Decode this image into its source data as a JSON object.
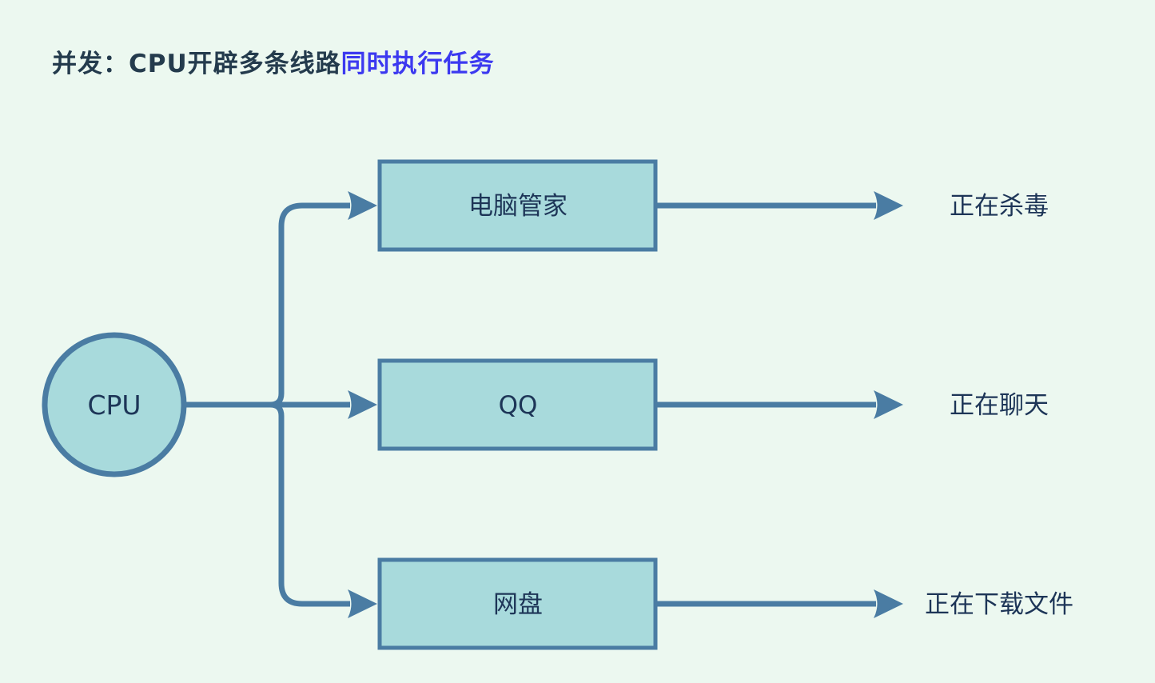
{
  "title": {
    "prefix": "并发：CPU开辟多条线路",
    "highlight": "同时执行任务"
  },
  "cpu_node": {
    "label": "CPU"
  },
  "rows": [
    {
      "app": "电脑管家",
      "status": "正在杀毒"
    },
    {
      "app": "QQ",
      "status": "正在聊天"
    },
    {
      "app": "网盘",
      "status": "正在下载文件"
    }
  ],
  "colors": {
    "background": "#ecf8f0",
    "node_fill": "#a8dadc",
    "stroke": "#4a7ca3",
    "text_dark": "#1d3557",
    "title_text": "#243b4d",
    "title_accent": "#3c39f0"
  }
}
